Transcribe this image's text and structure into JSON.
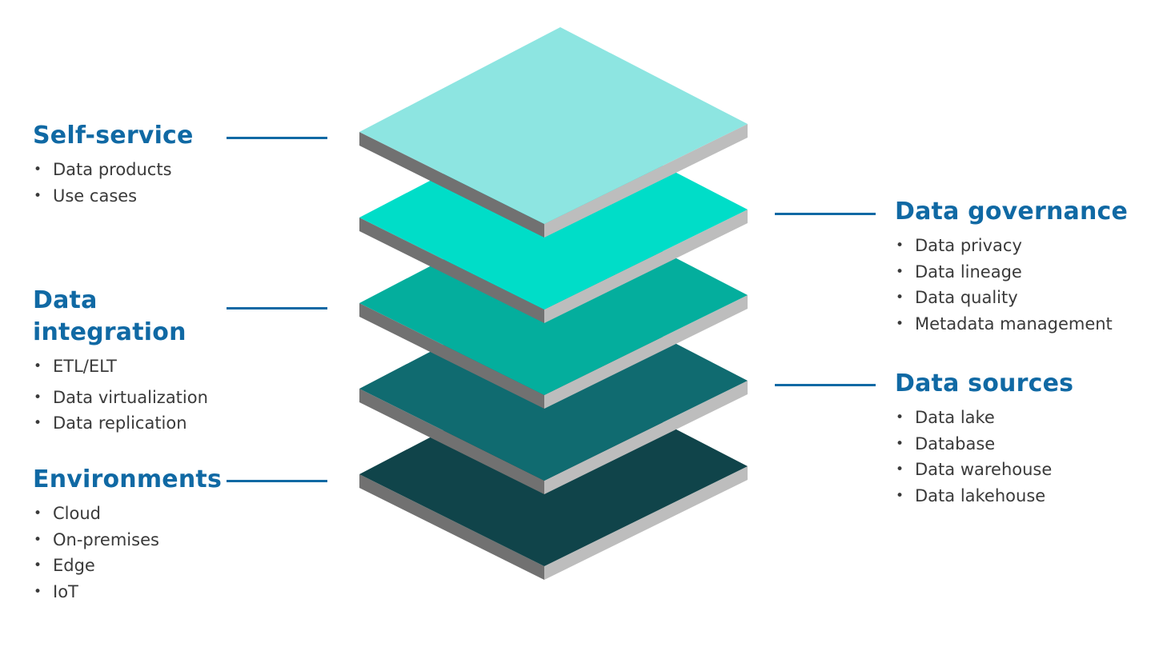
{
  "left_groups": [
    {
      "title": "Self-service",
      "items": [
        "Data products",
        "Use cases"
      ]
    },
    {
      "title": "Data\nintegration",
      "items": [
        "ETL/ELT",
        "Data virtualization",
        "Data replication"
      ]
    },
    {
      "title": "Environments",
      "items": [
        "Cloud",
        "On-premises",
        "Edge",
        "IoT"
      ]
    }
  ],
  "right_groups": [
    {
      "title": "Data governance",
      "items": [
        "Data privacy",
        "Data lineage",
        "Data quality",
        "Metadata management"
      ]
    },
    {
      "title": "Data sources",
      "items": [
        "Data lake",
        "Database",
        "Data warehouse",
        "Data lakehouse"
      ]
    }
  ],
  "layers": [
    {
      "top_color": "#8de5e1"
    },
    {
      "top_color": "#00ddc8"
    },
    {
      "top_color": "#04ae9d"
    },
    {
      "top_color": "#106b70"
    },
    {
      "top_color": "#10444a"
    }
  ],
  "colors": {
    "heading": "#1069a4",
    "text": "#3a3a3a",
    "connector": "#1069a4",
    "side_left": "#717171",
    "side_right": "#bdbdbd"
  }
}
